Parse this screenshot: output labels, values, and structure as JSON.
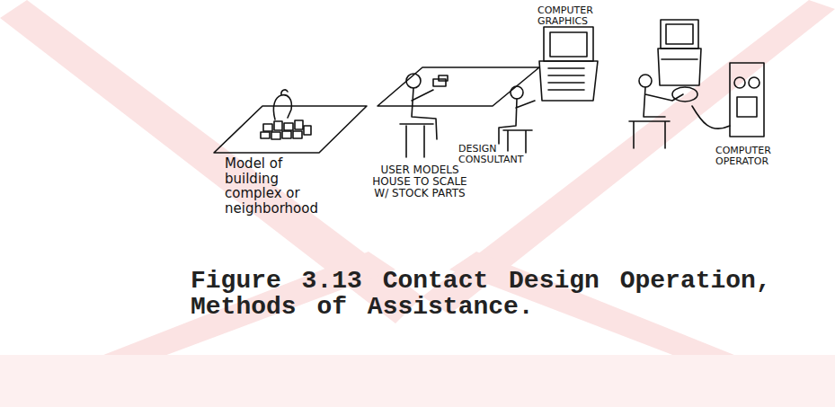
{
  "diagram": {
    "caption": "Figure 3.13 Contact Design Operation, Methods of Assistance.",
    "labels": [
      "COMPUTER GRAPHICS",
      "Model of building complex or neighborhood",
      "USER MODELS HOUSE TO SCALE W/ STOCK PARTS",
      "DESIGN CONSULTANT",
      "COMPUTER OPERATOR"
    ]
  }
}
